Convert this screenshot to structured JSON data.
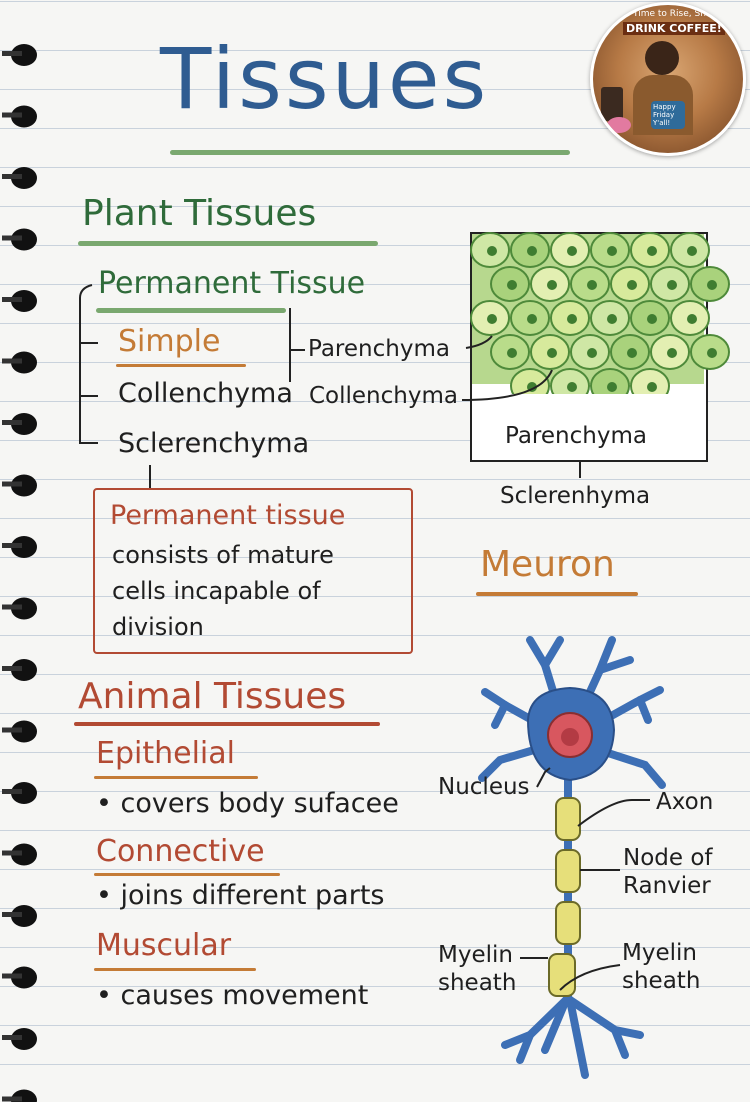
{
  "title": "Tissues",
  "badge": {
    "top_text": "Time to Rise, Shine &",
    "main_text": "DRINK COFFEE!",
    "sticker_text": "Happy Friday Y'all!"
  },
  "plant": {
    "heading": "Plant Tissues",
    "permanent_heading": "Permanent Tissue",
    "simple_label": "Simple",
    "collenchyma_label": "Collenchyma",
    "sclerenchyma_label": "Sclerenchyma",
    "branch_parenchyma": "Parenchyma",
    "branch_collenchyma": "Collenchyma",
    "definition": {
      "title": "Permanent tissue",
      "line1": "consists of mature",
      "line2": "cells incapable of",
      "line3": "division"
    }
  },
  "cell_diagram": {
    "label_inside": "Parenchyma",
    "label_below": "Sclerenhyma"
  },
  "animal": {
    "heading": "Animal Tissues",
    "items": [
      {
        "name": "Epithelial",
        "desc": "• covers body sufacee"
      },
      {
        "name": "Connective",
        "desc": "• joins different parts"
      },
      {
        "name": "Muscular",
        "desc": "• causes movement"
      }
    ]
  },
  "neuron": {
    "heading": "Meuron",
    "nucleus": "Nucleus",
    "axon": "Axon",
    "node_line1": "Node of",
    "node_line2": "Ranvier",
    "myelin_left_line1": "Myelin",
    "myelin_left_line2": "sheath",
    "myelin_right_line1": "Myelin",
    "myelin_right_line2": "sheath"
  },
  "colors": {
    "title_blue": "#2f5c91",
    "green": "#2f6b3a",
    "orange": "#c47b36",
    "red": "#b24a33",
    "neuron_blue": "#3d6fb5",
    "myelin_yellow": "#e6df7a",
    "cell_green": "#8fc46a"
  }
}
